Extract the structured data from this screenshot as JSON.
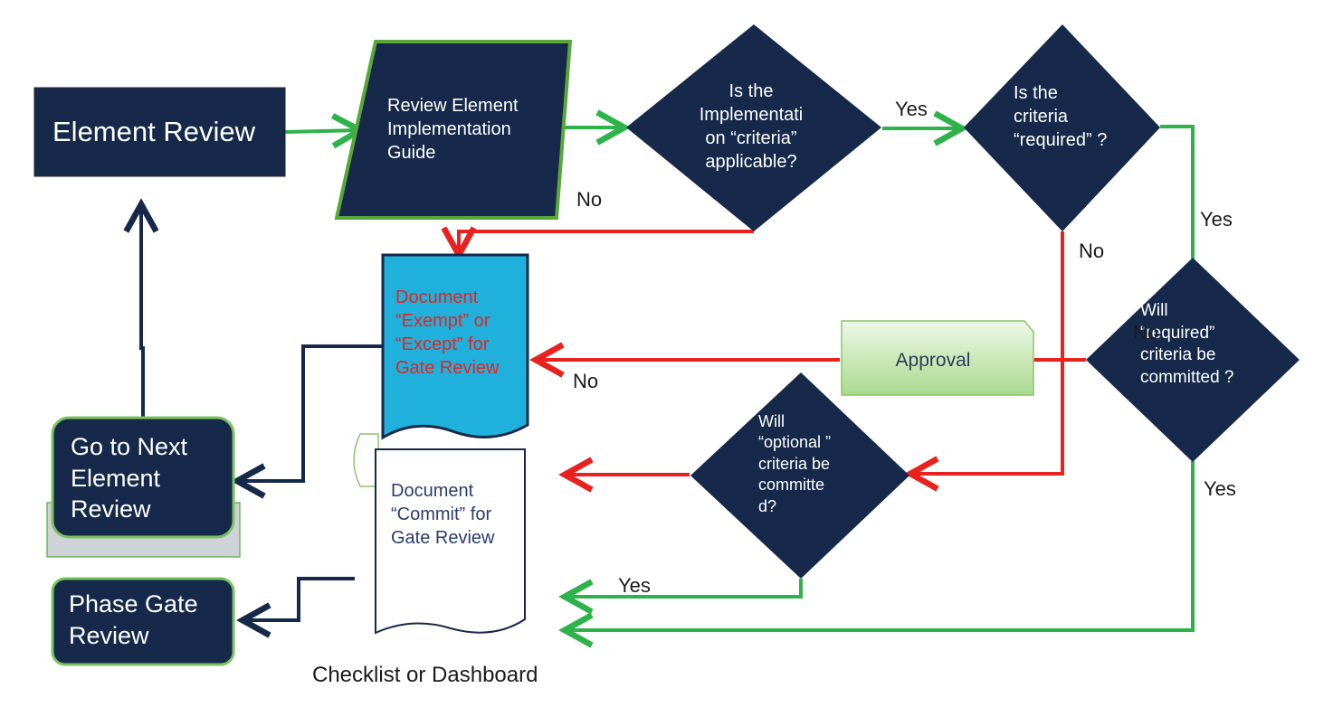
{
  "nodes": {
    "element_review": "Element Review",
    "review_guide": "Review Element Implementation Guide",
    "criteria_applicable": "Is the Implementati on “criteria” applicable?",
    "criteria_required": "Is the criteria “required” ?",
    "required_committed": "Will “required” criteria be committed ?",
    "optional_committed": "Will “optional ” criteria be committe d?",
    "document_exempt": "Document “Exempt” or “Except” for Gate Review",
    "document_commit": "Document “Commit” for Gate Review",
    "approval": "Approval",
    "next_element": "Go to Next Element Review",
    "phase_gate": "Phase Gate Review"
  },
  "edge_labels": {
    "yes_applicable": "Yes",
    "no_applicable": "No",
    "yes_required": "Yes",
    "no_required": "No",
    "no_required_committed_a": "No",
    "no_required_committed_b": "No",
    "yes_required_committed": "Yes",
    "yes_optional": "Yes"
  },
  "caption": "Checklist or Dashboard",
  "colors": {
    "navy": "#16294a",
    "green": "#2db34a",
    "red": "#e8231f",
    "cyan": "#1fb0dc",
    "node_border_green": "#5aa83a"
  }
}
